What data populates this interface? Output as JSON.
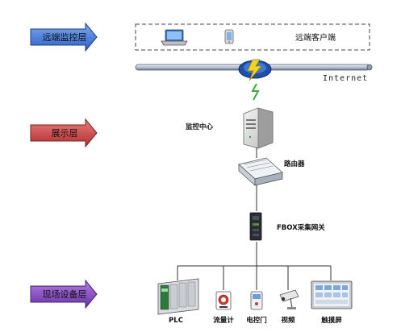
{
  "layers": {
    "remote": {
      "label": "远端监控层",
      "color": "#3c6fd6"
    },
    "display": {
      "label": "展示层",
      "color": "#c23b3b"
    },
    "field": {
      "label": "现场设备层",
      "color": "#7b3fb5"
    }
  },
  "remote_client": {
    "label": "远端客户端"
  },
  "network": {
    "internet_label": "Internet"
  },
  "nodes": {
    "monitor_center": "监控中心",
    "router": "路由器",
    "gateway": "FBOX采集网关"
  },
  "devices": [
    {
      "label": "PLC",
      "icon": "plc-icon"
    },
    {
      "label": "流量计",
      "icon": "flowmeter-icon"
    },
    {
      "label": "电控门",
      "icon": "door-controller-icon"
    },
    {
      "label": "视频",
      "icon": "camera-icon"
    },
    {
      "label": "触摸屏",
      "icon": "touchscreen-icon"
    }
  ]
}
